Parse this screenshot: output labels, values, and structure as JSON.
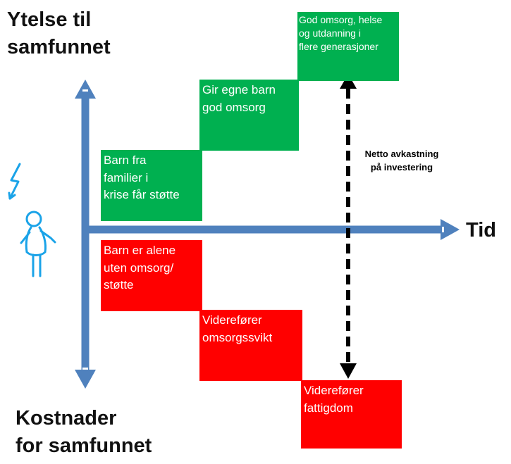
{
  "headings": {
    "y_top": [
      "Ytelse til",
      "samfunnet"
    ],
    "y_bottom": [
      "Kostnader",
      "for samfunnet"
    ],
    "x_axis": "Tid"
  },
  "green_boxes": [
    [
      "Barn fra",
      "familier i",
      "krise får støtte"
    ],
    [
      "Gir egne barn",
      "god omsorg"
    ],
    [
      "God omsorg, helse",
      "og utdanning i",
      "flere generasjoner"
    ]
  ],
  "red_boxes": [
    [
      "Barn er alene",
      "uten omsorg/",
      "støtte"
    ],
    [
      "Viderefører",
      "omsorgssvikt"
    ],
    [
      "Viderefører",
      "fattigdom"
    ]
  ],
  "annotation": [
    "Netto avkastning",
    "på investering"
  ],
  "colors": {
    "axis": "#4f81bd",
    "green": "#00b050",
    "red": "#ff0000",
    "figure": "#1aa3e8"
  },
  "icons": [
    "lightning-icon",
    "child-figure-icon"
  ]
}
